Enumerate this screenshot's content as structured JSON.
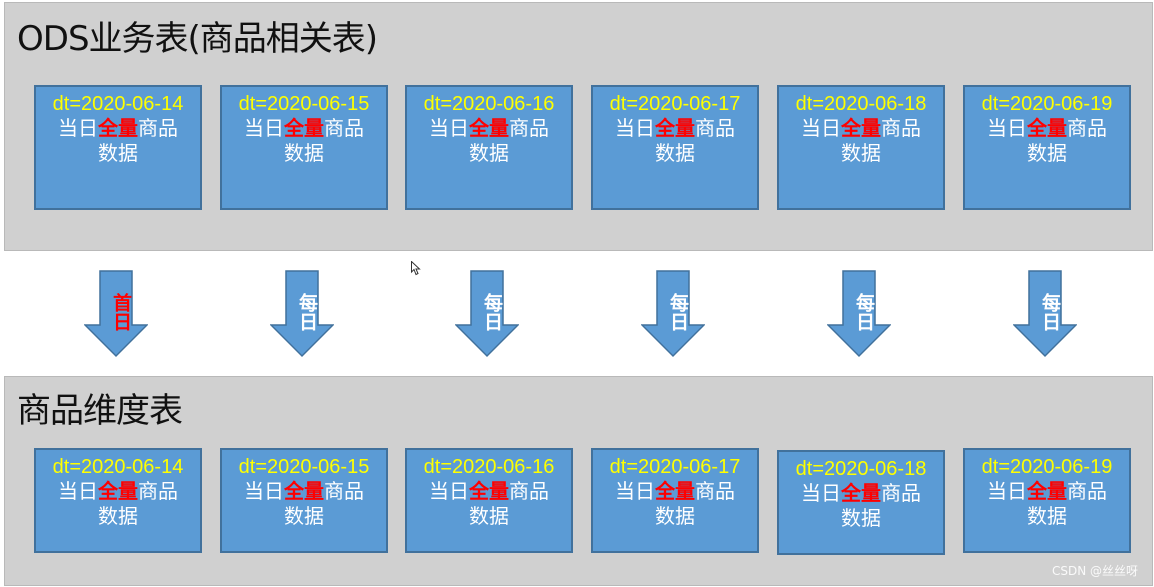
{
  "top_panel": {
    "title": "ODS业务表(商品相关表)",
    "boxes": [
      {
        "dt": "dt=2020-06-14",
        "pre": "当日",
        "highlight": "全量",
        "post": "商品",
        "line2": "数据"
      },
      {
        "dt": "dt=2020-06-15",
        "pre": "当日",
        "highlight": "全量",
        "post": "商品",
        "line2": "数据"
      },
      {
        "dt": "dt=2020-06-16",
        "pre": "当日",
        "highlight": "全量",
        "post": "商品",
        "line2": "数据"
      },
      {
        "dt": "dt=2020-06-17",
        "pre": "当日",
        "highlight": "全量",
        "post": "商品",
        "line2": "数据"
      },
      {
        "dt": "dt=2020-06-18",
        "pre": "当日",
        "highlight": "全量",
        "post": "商品",
        "line2": "数据"
      },
      {
        "dt": "dt=2020-06-19",
        "pre": "当日",
        "highlight": "全量",
        "post": "商品",
        "line2": "数据"
      }
    ]
  },
  "arrows": [
    "首日",
    "每日",
    "每日",
    "每日",
    "每日",
    "每日"
  ],
  "bottom_panel": {
    "title": "商品维度表",
    "boxes": [
      {
        "dt": "dt=2020-06-14",
        "pre": "当日",
        "highlight": "全量",
        "post": "商品",
        "line2": "数据"
      },
      {
        "dt": "dt=2020-06-15",
        "pre": "当日",
        "highlight": "全量",
        "post": "商品",
        "line2": "数据"
      },
      {
        "dt": "dt=2020-06-16",
        "pre": "当日",
        "highlight": "全量",
        "post": "商品",
        "line2": "数据"
      },
      {
        "dt": "dt=2020-06-17",
        "pre": "当日",
        "highlight": "全量",
        "post": "商品",
        "line2": "数据"
      },
      {
        "dt": "dt=2020-06-18",
        "pre": "当日",
        "highlight": "全量",
        "post": "商品",
        "line2": "数据"
      },
      {
        "dt": "dt=2020-06-19",
        "pre": "当日",
        "highlight": "全量",
        "post": "商品",
        "line2": "数据"
      }
    ]
  },
  "watermark": "CSDN @丝丝呀",
  "colors": {
    "box_fill": "#5b9bd5",
    "box_border": "#41719c",
    "date_text": "#ffff00",
    "highlight_text": "#ff0000",
    "panel_bg": "#d0d0d0",
    "arrow_fill": "#5b9bd5"
  }
}
